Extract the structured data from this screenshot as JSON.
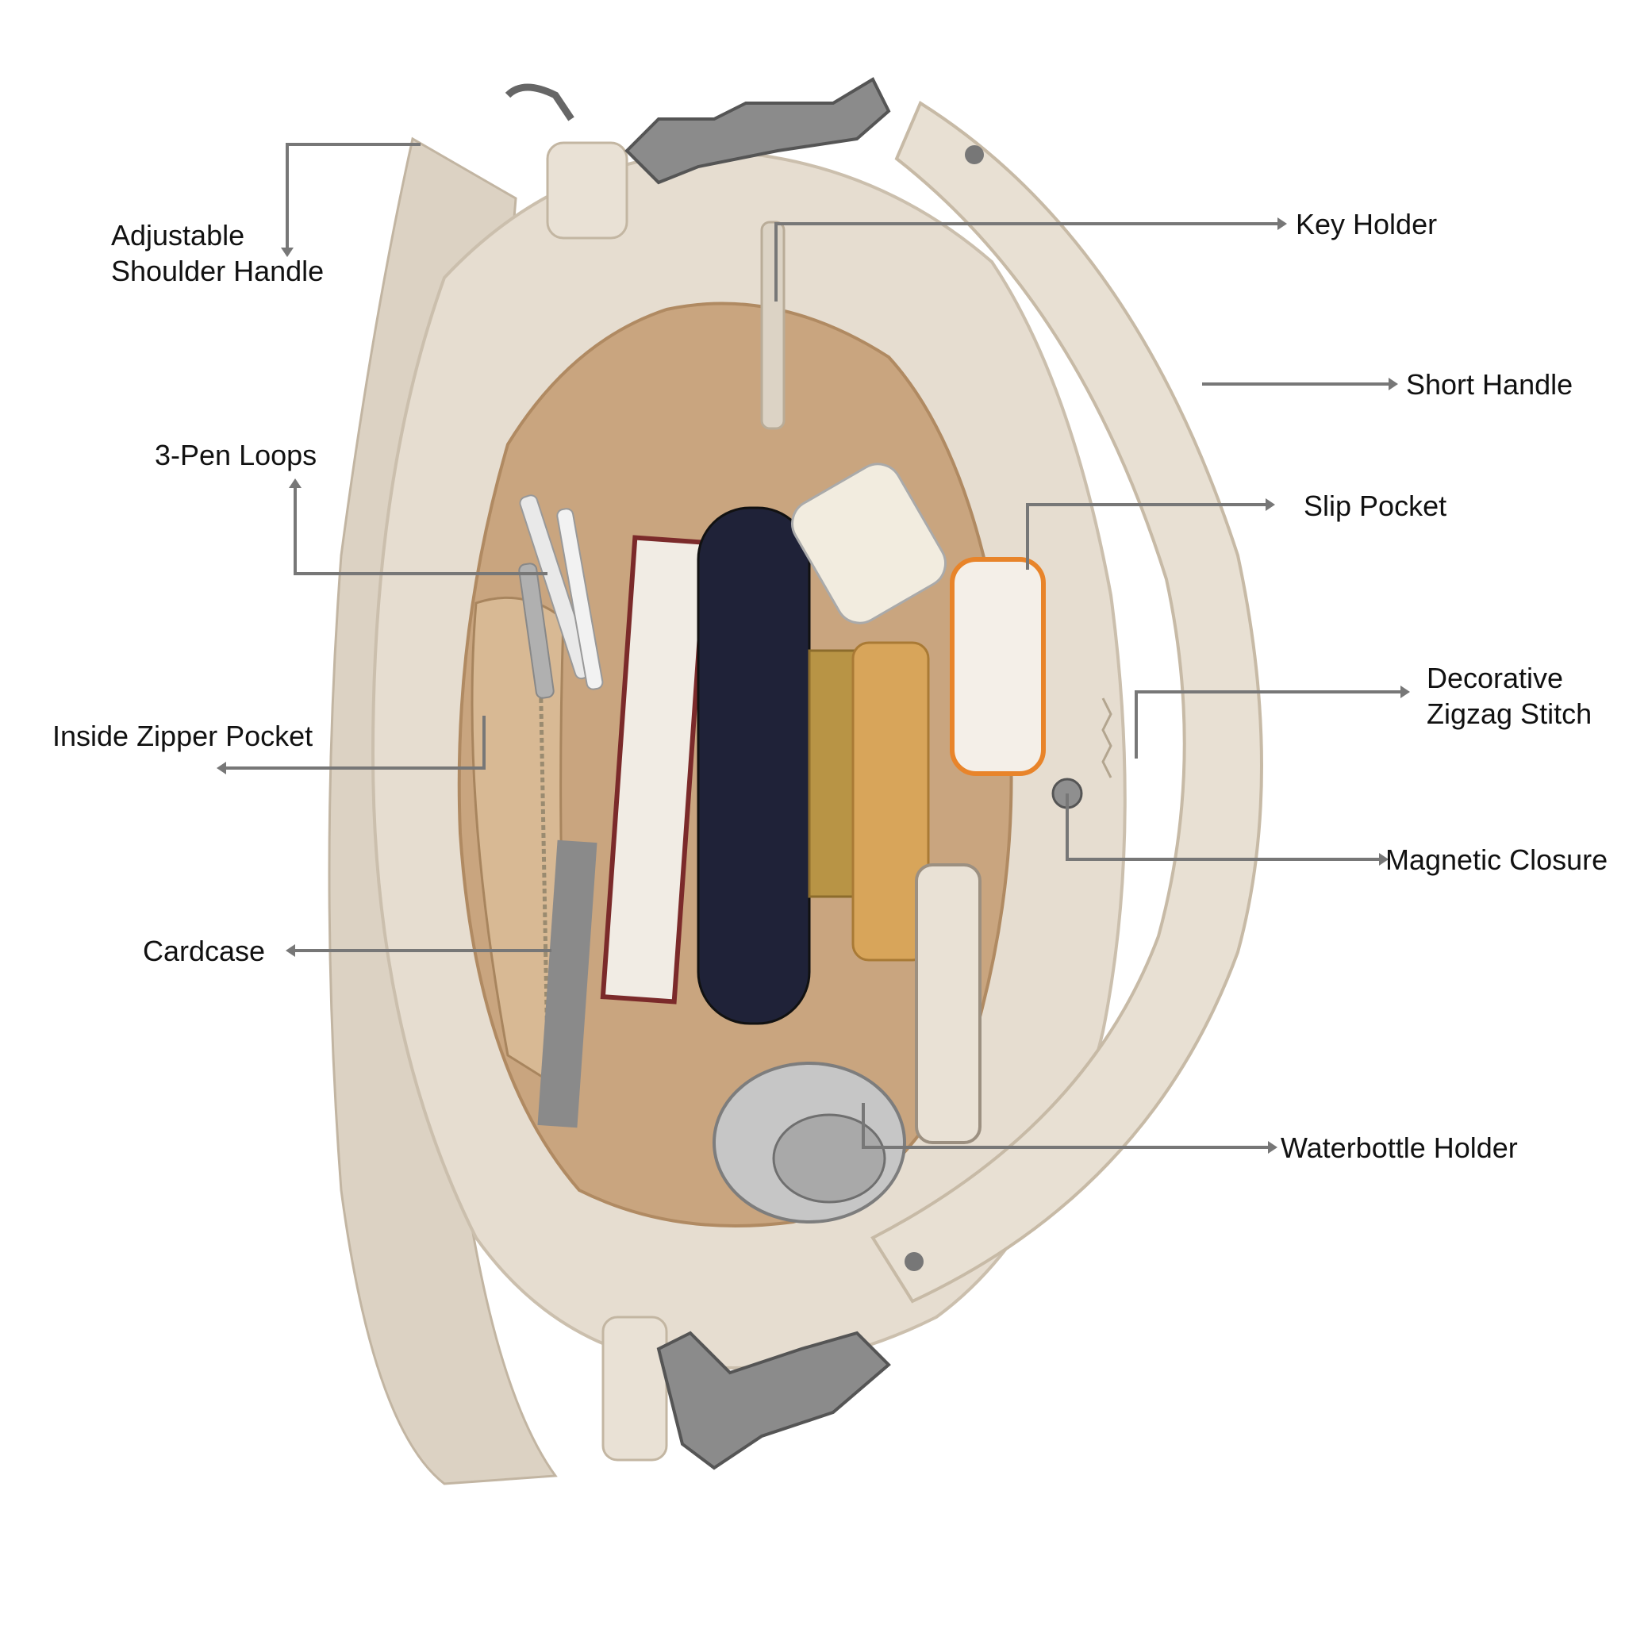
{
  "colors": {
    "background": "#ffffff",
    "leather": "#e6ddd0",
    "leather_shade": "#d2c6b5",
    "lining": "#c9a57f",
    "hardware": "#7a7a7a",
    "leader_line": "#777777",
    "label_text": "#111111"
  },
  "labels": {
    "adjustable_shoulder_handle": [
      "Adjustable",
      "Shoulder Handle"
    ],
    "key_holder": "Key Holder",
    "short_handle": "Short Handle",
    "pen_loops": "3-Pen Loops",
    "slip_pocket": "Slip Pocket",
    "decorative_zigzag_stitch": [
      "Decorative",
      "Zigzag Stitch"
    ],
    "inside_zipper_pocket": "Inside Zipper Pocket",
    "magnetic_closure": "Magnetic Closure",
    "cardcase": "Cardcase",
    "waterbottle_holder": "Waterbottle Holder"
  }
}
